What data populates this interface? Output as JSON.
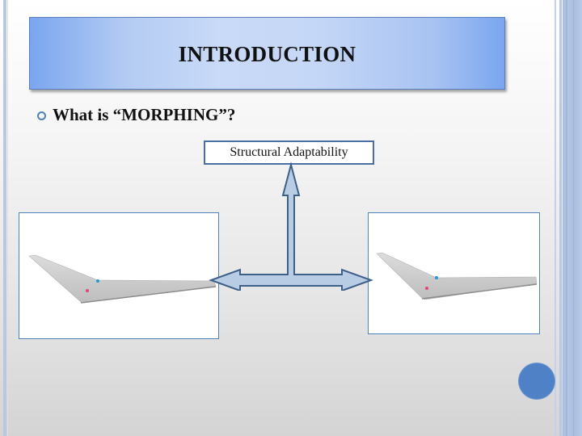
{
  "slide": {
    "title": "INTRODUCTION",
    "bullets": [
      {
        "text": "What is “MORPHING”?",
        "icon": "ring-bullet-icon"
      }
    ],
    "diagram": {
      "top_label": "Structural Adaptability",
      "left_image": "swept-wing-image",
      "right_image": "morphed-wing-image",
      "arrow_directions": [
        "up",
        "left",
        "right"
      ]
    },
    "page_indicator": "circle-icon"
  },
  "colors": {
    "title_gradient_edge": "#7aa6ef",
    "title_gradient_center": "#c8daf7",
    "accent_blue": "#4f81bd",
    "arrow_fill": "#b8cce4",
    "arrow_stroke": "#3e5f8a",
    "wing_gray": "#c9c9c9",
    "marker_blue": "#1e9ad6",
    "marker_pink": "#e0457a"
  }
}
